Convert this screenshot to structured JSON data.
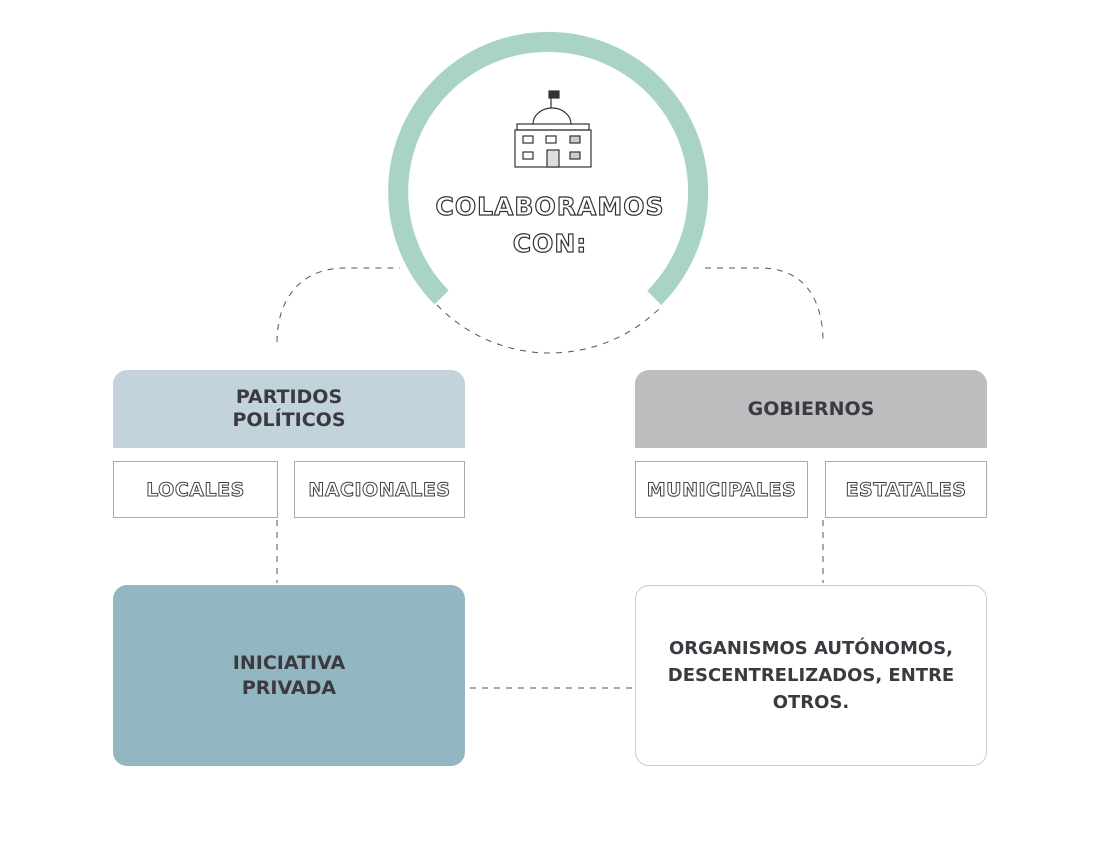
{
  "center": {
    "title_line1": "COLABORAMOS",
    "title_line2": "CON:",
    "icon": "government-building-icon"
  },
  "left": {
    "header": [
      "PARTIDOS",
      "POLÍTICOS"
    ],
    "subs": [
      "LOCALES",
      "NACIONALES"
    ],
    "bottom": [
      "INICIATIVA",
      "PRIVADA"
    ]
  },
  "right": {
    "header": "GOBIERNOS",
    "subs": [
      "MUNICIPALES",
      "ESTATALES"
    ],
    "bottom": [
      "ORGANISMOS AUTÓNOMOS,",
      "DESCENTRELIZADOS, ENTRE",
      "OTROS."
    ]
  },
  "colors": {
    "ring": "#a9d3c5",
    "left_header": "#c2d3dc",
    "right_header": "#bcbdbf",
    "private": "#93b6c3"
  }
}
